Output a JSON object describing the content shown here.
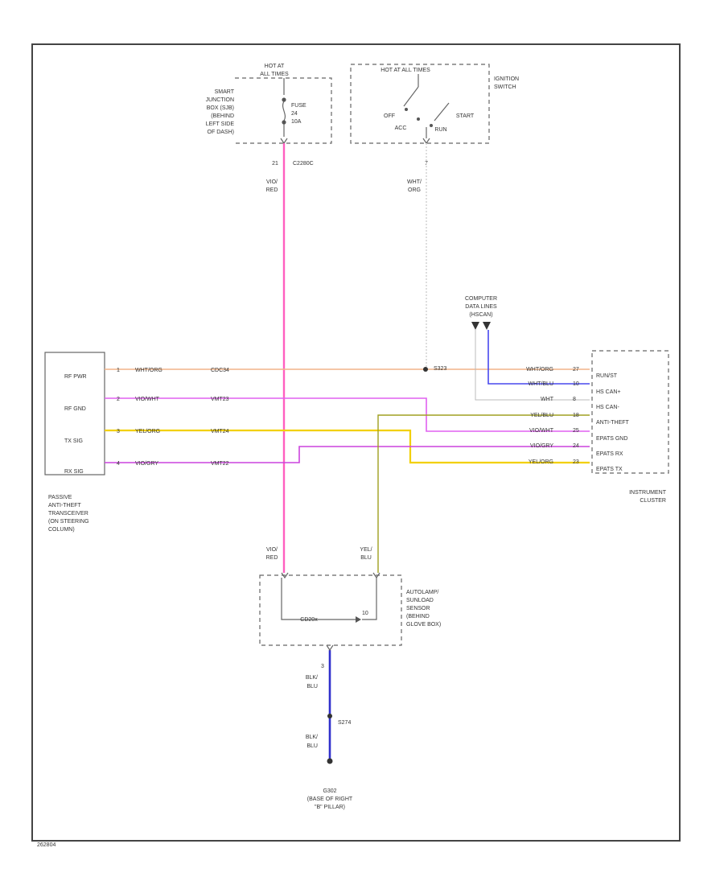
{
  "hot_at": [
    "HOT AT",
    "ALL TIMES"
  ],
  "sjb": [
    "SMART",
    "JUNCTION",
    "BOX (SJB)",
    "(BEHIND",
    "LEFT SIDE",
    "OF DASH)"
  ],
  "fuse": [
    "FUSE",
    "24",
    "10A"
  ],
  "switch_top": "HOT AT ALL TIMES",
  "ignition_switch": [
    "IGNITION",
    "SWITCH"
  ],
  "switch_positions": {
    "off": "OFF",
    "acc": "ACC",
    "start": "START",
    "run": "RUN"
  },
  "sjb_pin": "21",
  "sjb_conn": "C2280C",
  "sw_pin": "7",
  "wire_vio_red": [
    "VIO/",
    "RED"
  ],
  "wire_wht_org": [
    "WHT/",
    "ORG"
  ],
  "data_lines": [
    "COMPUTER",
    "DATA LINES",
    "(HSCAN)"
  ],
  "splice_s": "S323",
  "transceiver_pins": [
    {
      "num": "1",
      "label": "RF PWR",
      "wire": "WHT/ORG",
      "circuit": "CDC34"
    },
    {
      "num": "2",
      "label": "RF GND",
      "wire": "VIO/WHT",
      "circuit": "VMT23"
    },
    {
      "num": "3",
      "label": "TX SIG",
      "wire": "YEL/ORG",
      "circuit": "VMT24"
    },
    {
      "num": "4",
      "label": "RX SIG",
      "wire": "VIO/GRY",
      "circuit": "VMT22"
    }
  ],
  "transceiver": [
    "PASSIVE",
    "ANTI-THEFT",
    "TRANSCEIVER",
    "(ON STEERING",
    "COLUMN)"
  ],
  "cluster_pins": [
    {
      "wire": "WHT/ORG",
      "pin": "27",
      "label": "RUN/ST"
    },
    {
      "wire": "WHT/BLU",
      "pin": "10",
      "label": "HS CAN+"
    },
    {
      "wire": "WHT",
      "pin": "8",
      "label": "HS CAN-"
    },
    {
      "wire": "YEL/BLU",
      "pin": "18",
      "label": "ANTI-THEFT"
    },
    {
      "wire": "VIO/WHT",
      "pin": "25",
      "label": "EPATS GND"
    },
    {
      "wire": "VIO/GRY",
      "pin": "24",
      "label": "EPATS RX"
    },
    {
      "wire": "YEL/ORG",
      "pin": "23",
      "label": "EPATS TX"
    }
  ],
  "cluster": [
    "INSTRUMENT",
    "CLUSTER"
  ],
  "sensor_left_wire": [
    "VIO/",
    "RED"
  ],
  "sensor_right_wire": [
    "YEL/",
    "BLU"
  ],
  "sensor_pin": "10",
  "sensor_inner": "CD20x",
  "sensor": [
    "AUTOLAMP/",
    "SUNLOAD",
    "SENSOR",
    "(BEHIND",
    "GLOVE BOX)"
  ],
  "gnd_pin": "3",
  "wire_blk_blu_1": [
    "BLK/",
    "BLU"
  ],
  "splice_g": "S274",
  "wire_blk_blu_2": [
    "BLK/",
    "BLU"
  ],
  "ground": [
    "G302",
    "(BASE OF RIGHT",
    "\"B\" PILLAR)"
  ],
  "figure_id": "262804",
  "colors": {
    "vio_red": "#ff5fc0",
    "wht_org": "#f2b488",
    "vio_wht": "#e060f0",
    "yel_org": "#f2d000",
    "vio_gry": "#cc44dd",
    "wht_blu": "#4848ee",
    "wht": "#bbbbbb",
    "yel_blu": "#a0a020",
    "blk_blu": "#3030cc",
    "line": "#666666"
  }
}
